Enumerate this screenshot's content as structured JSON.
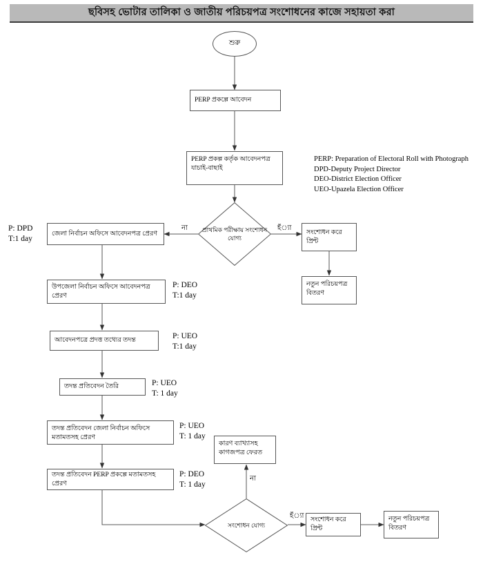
{
  "header": {
    "title": "ছবিসহ ভোটার তালিকা ও জাতীয় পরিচয়পত্র সংশোধনের কাজে সহায়তা করা"
  },
  "legend": {
    "lines": [
      "PERP: Preparation of Electoral Roll with Photograph",
      "DPD-Deputy Project Director",
      "DEO-District Election Officer",
      "UEO-Upazela Election Officer"
    ]
  },
  "nodes": {
    "start": "শুরু",
    "apply": "PERP প্রকল্পে আবেদন",
    "verify": "PERP প্রকল্প কর্তৃক আবেদনপত্র যাচাই-বাছাই",
    "decision1": "প্রাথমিক পরীক্ষায় সংশোধন যোগ্য",
    "send_district": "জেলা নির্বাচন অফিসে আবেদনপত্র প্রেরণ",
    "correct_print_1": "সংশোধন করে প্রিন্ট",
    "new_card_1": "নতুন পরিচয়পত্র বিতরণ",
    "send_upazila": "উপজেলা নির্বাচন অফিসে আবেদনপত্র প্রেরণ",
    "investigate": "আবেদনপত্রে প্রদত্ত তথ্যের তদন্ত",
    "report": "তদন্ত প্রতিবেদন তৈরি",
    "report_to_district": "তদন্ত প্রতিবেদন জেলা নির্বাচন অফিসে মতামতসহ প্রেরণ",
    "report_to_perp": "তদন্ত প্রতিবেদন PERP প্রকল্পে মতামতসহ প্রেরণ",
    "return_papers": "কারণ ব্যাখ্যাসহ কাগজপত্র ফেরত",
    "decision2": "সংশোধন যোগ্য",
    "correct_print_2": "সংশোধন করে প্রিন্ট",
    "new_card_2": "নতুন পরিচয়পত্র বিতরণ"
  },
  "annotations": {
    "dpd": "P: DPD\nT:1 day",
    "deo_1": "P: DEO\nT:1 day",
    "ueo_1": "P: UEO\nT:1 day",
    "ueo_2": "P: UEO\nT: 1 day",
    "ueo_3": "P: UEO\nT: 1 day",
    "deo_2": "P: DEO\nT: 1 day"
  },
  "edge_labels": {
    "no_1": "না",
    "yes_1": "হঁ্যা",
    "no_2": "না",
    "yes_2": "হঁ্যা"
  },
  "colors": {
    "header_band": "#b9b9b9",
    "header_border": "#3a3a3a",
    "node_border": "#555555",
    "line": "#555555",
    "background": "#ffffff"
  }
}
